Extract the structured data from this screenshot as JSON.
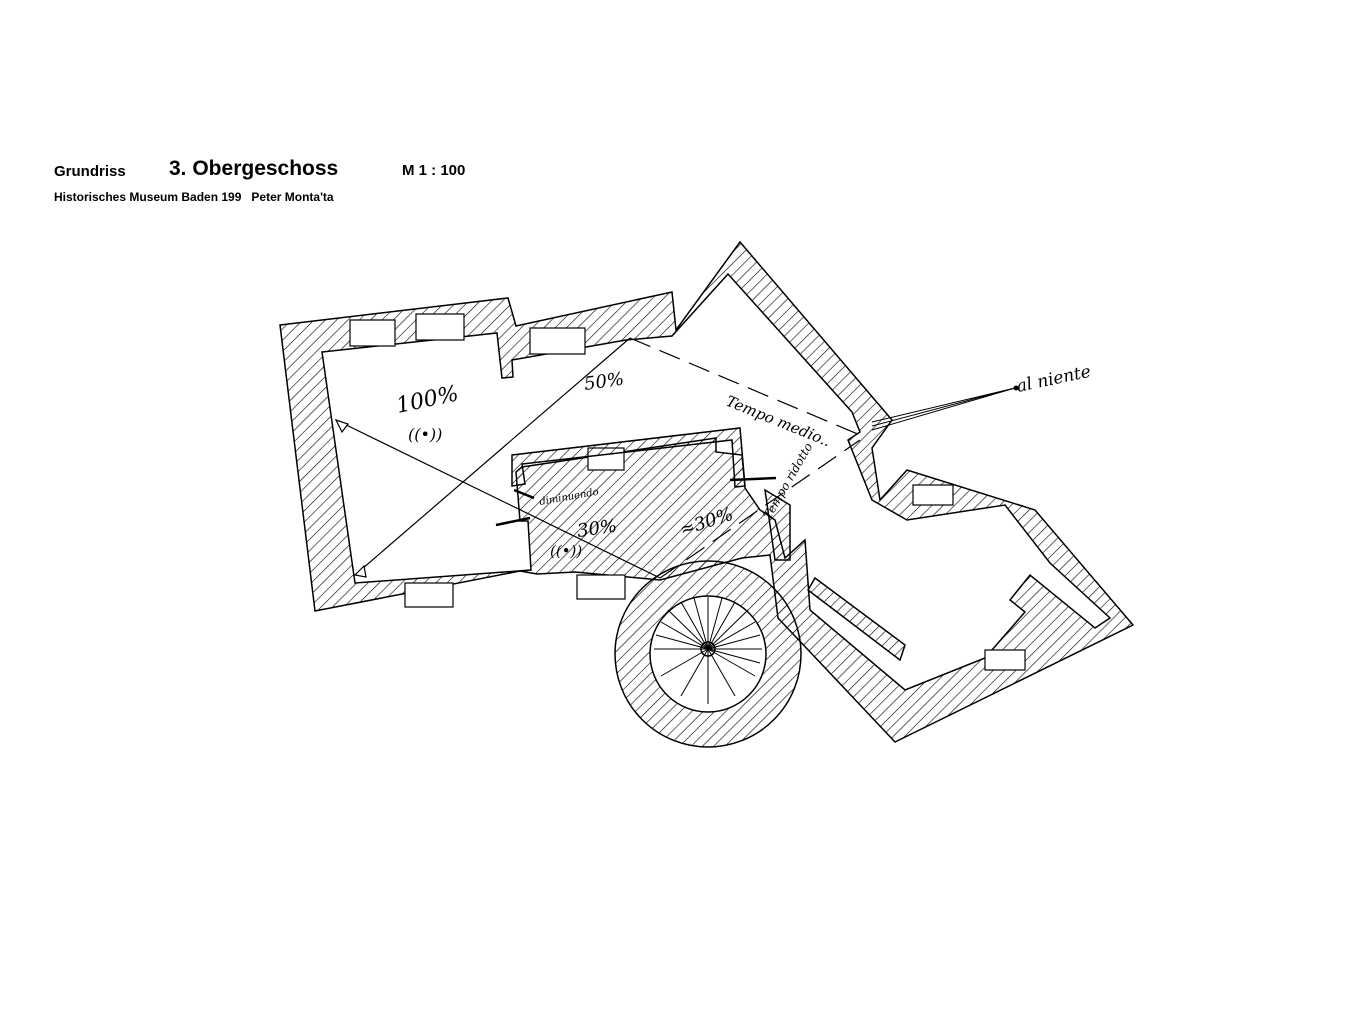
{
  "title_block": {
    "label": "Grundriss",
    "floor": "3. Obergeschoss",
    "scale": "M 1 : 100",
    "subtitle": "Historisches Museum Baden 199   Peter Monta'ta"
  },
  "annotations": {
    "level_100": "100%",
    "icon_100": "((•))",
    "level_50": "50%",
    "level_30": "30%",
    "icon_30": "((•))",
    "level_n30": "≈30%",
    "tempo_medio": "Tempo medio..",
    "tempo_ridotto": "Tempo ridotto",
    "diminuendo": "diminuendo",
    "al_niente": "al niente"
  }
}
